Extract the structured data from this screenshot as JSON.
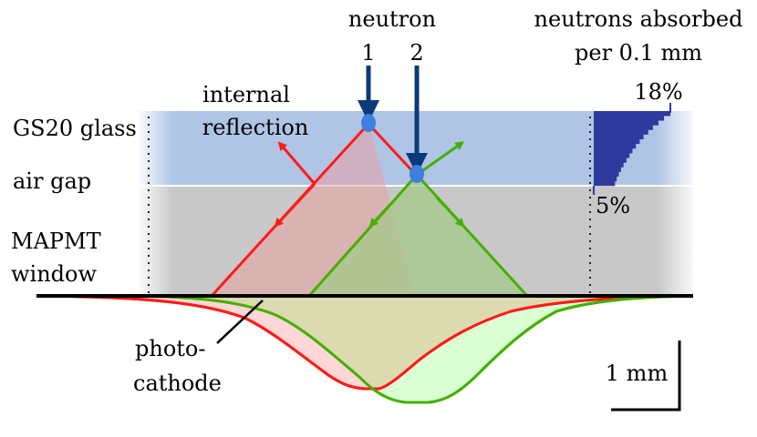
{
  "labels": {
    "neutron": "neutron",
    "neutron_1": "1",
    "neutron_2": "2",
    "absorbed_line1": "neutrons absorbed",
    "absorbed_line2": "per 0.1 mm",
    "pct_top": "18%",
    "pct_bottom": "5%",
    "internal_line1": "internal",
    "internal_line2": "reflection",
    "glass": "GS20 glass",
    "air_gap": "air gap",
    "mapmt_line1": "MAPMT",
    "mapmt_line2": "window",
    "photo_line1": "photo-",
    "photo_line2": "cathode",
    "scale": "1 mm"
  },
  "colors": {
    "glass": "#b0c4e6",
    "window": "#c8c8c8",
    "neutron_arrow": "#0b3a7a",
    "interaction_point": "#3f7fe0",
    "neutron1_light": "#ff1a1a",
    "neutron2_light": "#44b000",
    "histogram": "#2e3a9e"
  },
  "chart_data": {
    "type": "bar",
    "title": "neutrons absorbed per 0.1 mm",
    "range_labels": [
      "18%",
      "5%"
    ],
    "values": [
      18,
      16.5,
      15.2,
      13.9,
      12.8,
      11.7,
      10.8,
      9.9,
      9.1,
      8.4,
      7.7,
      7.0,
      6.4,
      5.9,
      5.4,
      5.0
    ]
  }
}
